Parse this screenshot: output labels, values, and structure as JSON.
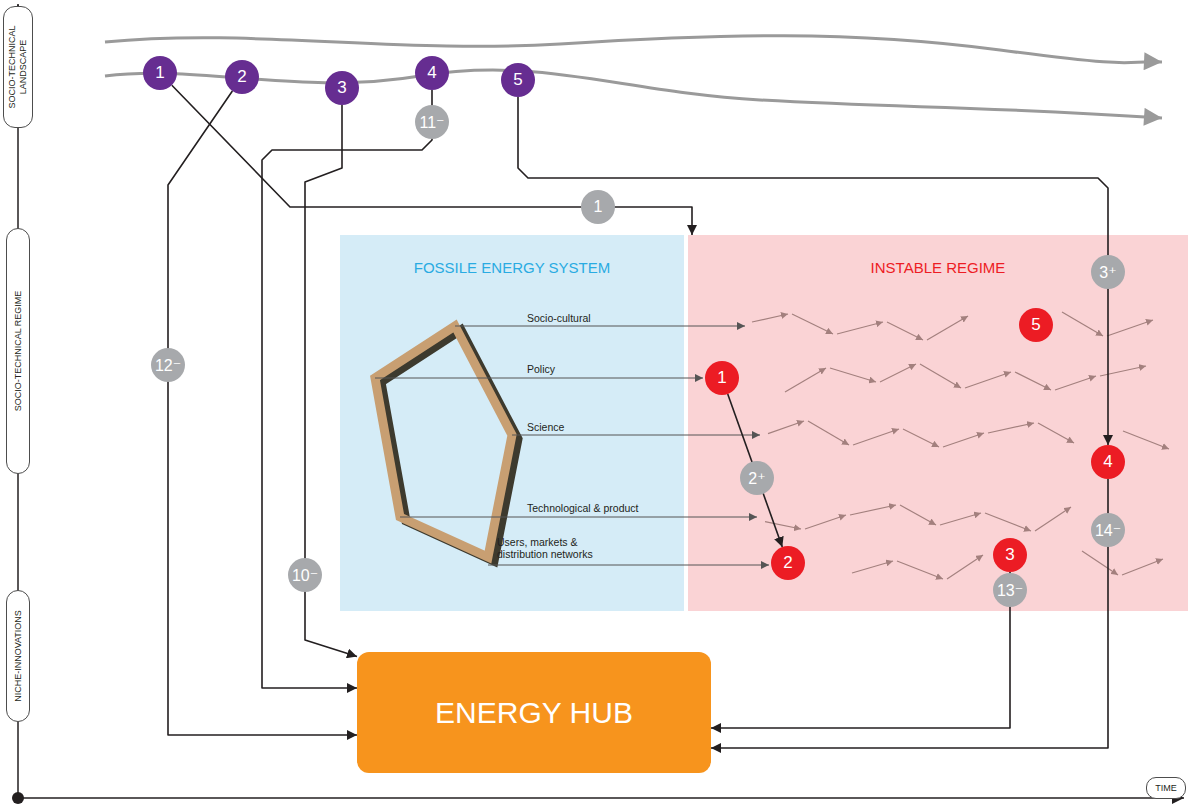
{
  "diagram": {
    "nodes": [
      {
        "text": [
          "SOCIO-TECHNICAL LANDSCAPE"
        ]
      },
      {
        "text": [
          "SOCIO-TECHNICAL REGIME"
        ]
      },
      {
        "text": [
          "NICHE-INNOVATIONS"
        ]
      },
      {
        "text": [
          "TIME"
        ]
      },
      {
        "text": [
          "1"
        ]
      },
      {
        "text": [
          "2"
        ]
      },
      {
        "text": [
          "3"
        ]
      },
      {
        "text": [
          "4"
        ]
      },
      {
        "text": [
          "5"
        ]
      },
      {
        "text": [
          "FOSSILE ENERGY SYSTEM"
        ]
      },
      {
        "text": [
          "INSTABLE REGIME"
        ]
      },
      {
        "text": [
          "1"
        ],
        "in": 10
      },
      {
        "text": [
          "2"
        ],
        "in": 10
      },
      {
        "text": [
          "3"
        ],
        "in": 10
      },
      {
        "text": [
          "4"
        ],
        "in": 10
      },
      {
        "text": [
          "5"
        ],
        "in": 10
      },
      {
        "text": [
          "ENERGY HUB"
        ]
      }
    ],
    "edges": [
      {
        "from": 4,
        "to": 10,
        "label": "1",
        "arrow": "to"
      },
      {
        "from": 5,
        "to": 16,
        "label": "12⁻",
        "arrow": "to"
      },
      {
        "from": 6,
        "to": 16,
        "label": "10⁻",
        "arrow": "to"
      },
      {
        "from": 7,
        "to": 16,
        "label": "11⁻",
        "arrow": "to"
      },
      {
        "from": 8,
        "to": 14,
        "label": "3⁺",
        "arrow": "to"
      },
      {
        "from": 11,
        "to": 12,
        "label": "2⁺",
        "arrow": "to"
      },
      {
        "from": 13,
        "to": 16,
        "label": "13⁻",
        "arrow": "to"
      },
      {
        "from": 14,
        "to": 16,
        "label": "14⁻",
        "arrow": "to"
      }
    ],
    "labels": [
      "Socio-cultural",
      "Policy",
      "Science",
      "Technological & product",
      "Users, markets & distribution networks"
    ]
  }
}
